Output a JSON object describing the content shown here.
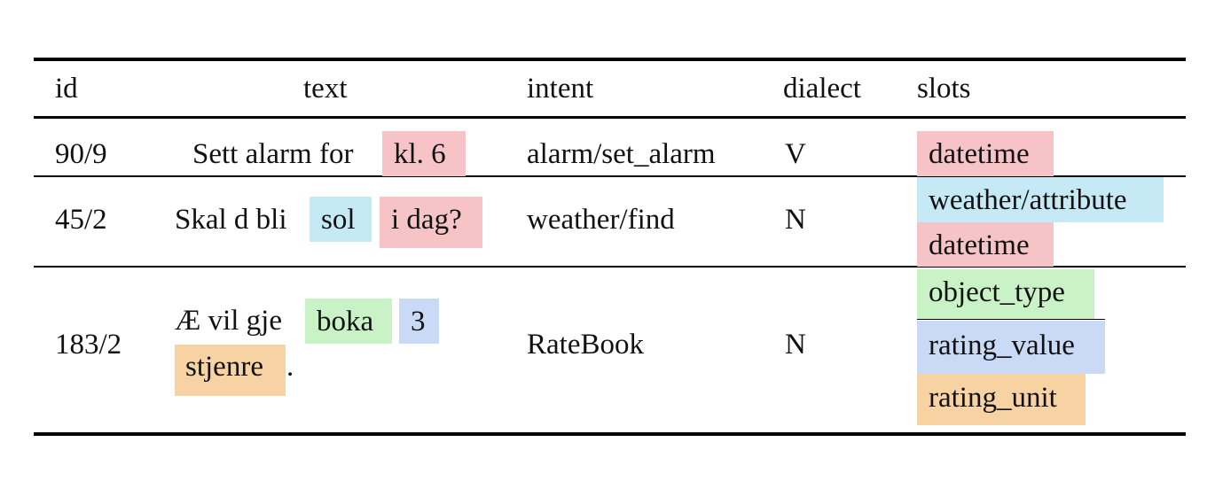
{
  "colors": {
    "datetime": "#f6c3c6",
    "weather_attribute": "#c6e9f6",
    "object_type": "#c9f3c6",
    "rating_value": "#c9d9f6",
    "rating_unit": "#f7d3a4"
  },
  "headers": {
    "id": "id",
    "text": "text",
    "intent": "intent",
    "dialect": "dialect",
    "slots": "slots"
  },
  "rows": [
    {
      "id": "90/9",
      "text_plain": "Sett alarm for",
      "text_spans": [
        "kl. 6"
      ],
      "intent": "alarm/set_alarm",
      "dialect": "V",
      "slots": [
        "datetime"
      ]
    },
    {
      "id": "45/2",
      "text_plain": "Skal d bli",
      "text_spans": [
        "sol",
        "i dag?"
      ],
      "intent": "weather/find",
      "dialect": "N",
      "slots": [
        "weather/attribute",
        "datetime"
      ]
    },
    {
      "id": "183/2",
      "text_plain": "Æ vil gje",
      "text_spans": [
        "boka",
        "3",
        "stjenre"
      ],
      "text_tail": ".",
      "intent": "RateBook",
      "dialect": "N",
      "slots": [
        "object_type",
        "rating_value",
        "rating_unit"
      ]
    }
  ]
}
